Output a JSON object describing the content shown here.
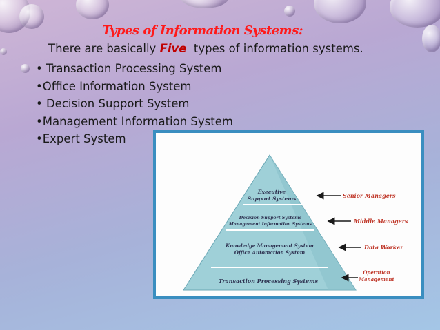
{
  "slide": {
    "title": "Types of Information Systems:",
    "intro": {
      "before": "There are basically ",
      "emphasis": "Five",
      "after": "  types of information systems."
    },
    "bullets": [
      "• Transaction Processing System",
      "•Office Information System",
      "• Decision Support System",
      "•Management Information System",
      "•Expert System"
    ]
  },
  "diagram": {
    "levels": [
      {
        "lines": [
          "Executive",
          "Support Systems"
        ]
      },
      {
        "lines": [
          "Decision Support Systems",
          "Management Information Systems"
        ]
      },
      {
        "lines": [
          "Knowledge Management System",
          "Office Automation System"
        ]
      },
      {
        "lines": [
          "Transaction Processing Systems"
        ]
      }
    ],
    "roles": [
      {
        "lines": [
          "Senior Managers"
        ]
      },
      {
        "lines": [
          "Middle Managers"
        ]
      },
      {
        "lines": [
          "Data Worker"
        ]
      },
      {
        "lines": [
          "Operation",
          "Management"
        ]
      }
    ]
  },
  "colors": {
    "title": "#ff1a1a",
    "emphasis": "#c00000",
    "pyramid": "#9fd0d8",
    "role_text": "#c0392b",
    "frame": "#3a8ec0"
  }
}
